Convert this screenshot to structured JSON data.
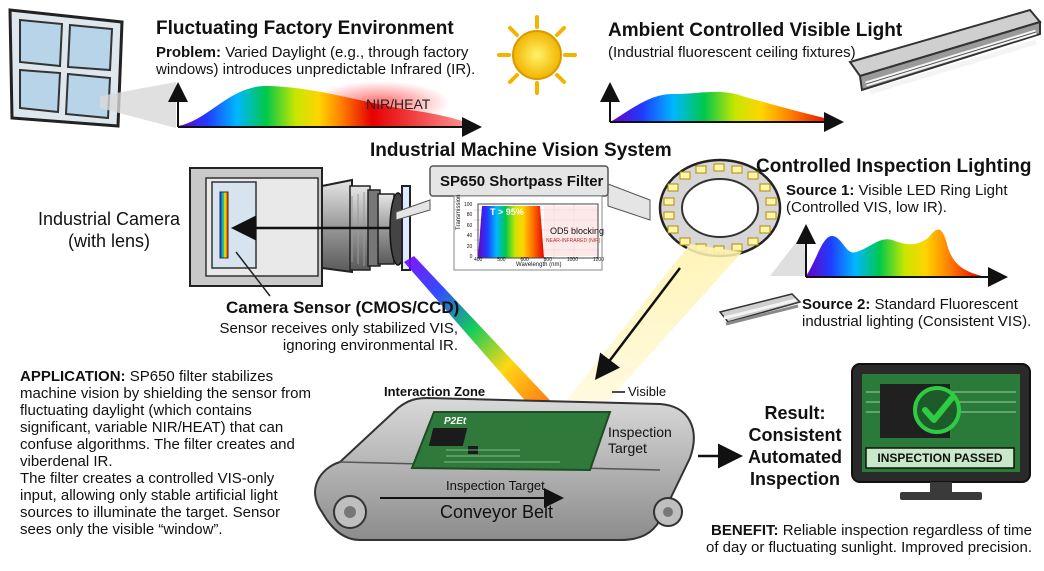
{
  "ambient_factory": {
    "title": "Fluctuating Factory Environment",
    "problem_label": "Problem:",
    "problem_text": "Varied Daylight (e.g., through factory windows) introduces unpredictable Infrared (IR).",
    "nir_label": "NIR/HEAT"
  },
  "ambient_controlled": {
    "title": "Ambient Controlled Visible Light",
    "subtitle": "(Industrial fluorescent ceiling fixtures)"
  },
  "system": {
    "title": "Industrial Machine Vision System"
  },
  "filter": {
    "title": "SP650 Shortpass Filter",
    "t_label": "T > 95%",
    "block_label": "OD5 blocking",
    "block_sub": "NEAR-INFRARED (NIR)",
    "ylabel": "Transmission",
    "xlabel": "Wavelength (nm)",
    "ticks_x": [
      "400",
      "500",
      "600",
      "800",
      "1000",
      "1200"
    ],
    "ticks_y": [
      "100",
      "80",
      "60",
      "40",
      "20",
      "0"
    ]
  },
  "camera": {
    "label_line1": "Industrial Camera",
    "label_line2": "(with lens)",
    "sensor_title": "Camera Sensor (CMOS/CCD)",
    "sensor_line1": "Sensor receives only stabilized VIS,",
    "sensor_line2": "ignoring environmental IR."
  },
  "lighting": {
    "title": "Controlled Inspection Lighting",
    "source1_label": "Source 1:",
    "source1_text": "Visible LED Ring Light",
    "source1_sub": "(Controlled VIS, low IR).",
    "source2_label": "Source 2:",
    "source2_text": "Standard Fluorescent",
    "source2_sub": "industrial lighting (Consistent VIS)."
  },
  "application": {
    "label": "APPLICATION:",
    "text1": "SP650 filter stabilizes machine vision by shielding the sensor from fluctuating daylight (which contains significant, variable NIR/HEAT) that can confuse algorithms. The filter creates and viberdenal IR.",
    "text2": "The filter creates a controlled VIS-only input, allowing only stable artificial light sources to illuminate the target. Sensor sees only the visible “window”."
  },
  "belt": {
    "interaction_zone": "Interaction Zone",
    "visible": "Visible",
    "inspection_target": "Inspection Target",
    "inspection_target_right_1": "Inspection",
    "inspection_target_right_2": "Target",
    "conveyor": "Conveyor Belt",
    "chip_brand": "P2Et"
  },
  "result": {
    "line1": "Result:",
    "line2": "Consistent",
    "line3": "Automated",
    "line4": "Inspection",
    "monitor_badge": "INSPECTION PASSED"
  },
  "benefit": {
    "label": "BENEFIT:",
    "text1": "Reliable inspection regardless of time",
    "text2": "of day or fluctuating sunlight. Improved precision."
  },
  "colors": {
    "spectrum": [
      "#6a00c8",
      "#1f3dff",
      "#00b7ff",
      "#00c84a",
      "#c8e600",
      "#ffd400",
      "#ff7a00",
      "#e60000"
    ],
    "nir_glow": "#ff6a6a",
    "monitor_green": "#2a7a3a",
    "check_green": "#2ecc40"
  }
}
